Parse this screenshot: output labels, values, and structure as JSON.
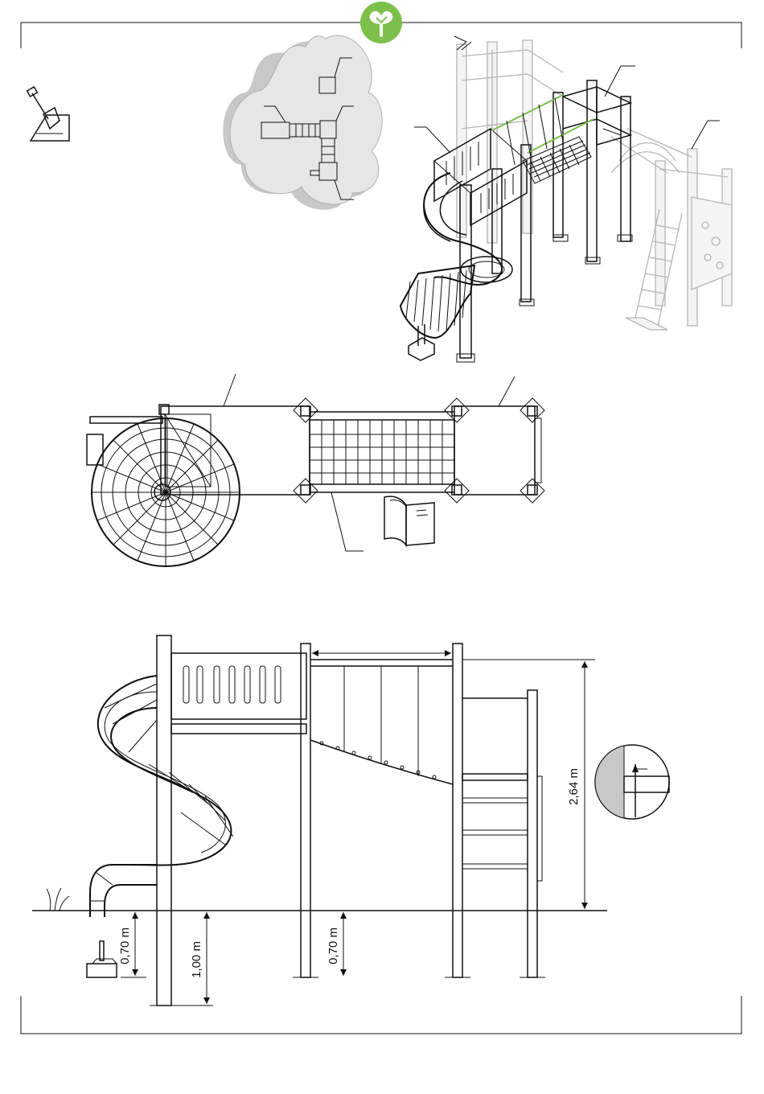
{
  "colors": {
    "brand": "#7cc04b",
    "line": "#111111",
    "ghost": "#b5b5b5",
    "blob": "#e6e6e6",
    "blob_shadow": "#c8c8c8"
  },
  "icons": {
    "brand_logo": "tree-in-circle-logo",
    "shovel": "shovel-icon",
    "manual": "open-book-icon",
    "grass": "grass-icon",
    "anchor": "ground-anchor-icon"
  },
  "dimensions": {
    "total_height": "2,64 m",
    "slide_anchor_depth": "0,70 m",
    "slide_post_depth": "1,00 m",
    "post_depth": "0,70 m"
  }
}
